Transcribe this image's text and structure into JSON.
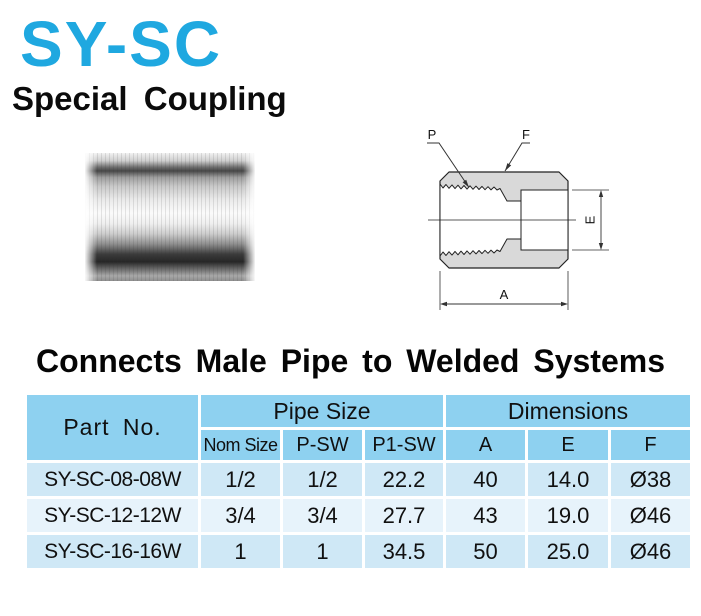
{
  "page": {
    "product_code": "SY-SC",
    "product_name": "Special Coupling",
    "heading": "Connects Male Pipe to Welded Systems"
  },
  "drawing": {
    "label_p": "P",
    "label_f": "F",
    "label_e": "E",
    "label_a": "A"
  },
  "table": {
    "header": {
      "part_no": "Part No.",
      "pipe_size": "Pipe Size",
      "dimensions": "Dimensions",
      "sub": [
        "Nom Size",
        "P-SW",
        "P1-SW",
        "A",
        "E",
        "F"
      ]
    },
    "rows": [
      {
        "part_no": "SY-SC-08-08W",
        "nom_size": "1/2",
        "p_sw": "1/2",
        "p1_sw": "22.2",
        "a": "40",
        "e": "14.0",
        "f": "Ø38"
      },
      {
        "part_no": "SY-SC-12-12W",
        "nom_size": "3/4",
        "p_sw": "3/4",
        "p1_sw": "27.7",
        "a": "43",
        "e": "19.0",
        "f": "Ø46"
      },
      {
        "part_no": "SY-SC-16-16W",
        "nom_size": "1",
        "p_sw": "1",
        "p1_sw": "34.5",
        "a": "50",
        "e": "25.0",
        "f": "Ø46"
      }
    ]
  },
  "colors": {
    "accent_cyan": "#1fa8e0",
    "table_header_blue": "#8ed1f0",
    "row_blue": "#cfe8f6",
    "row_light_blue": "#e7f3fb",
    "drawing_body_gray": "#d9d9d9",
    "text_black": "#0b0b0b"
  }
}
